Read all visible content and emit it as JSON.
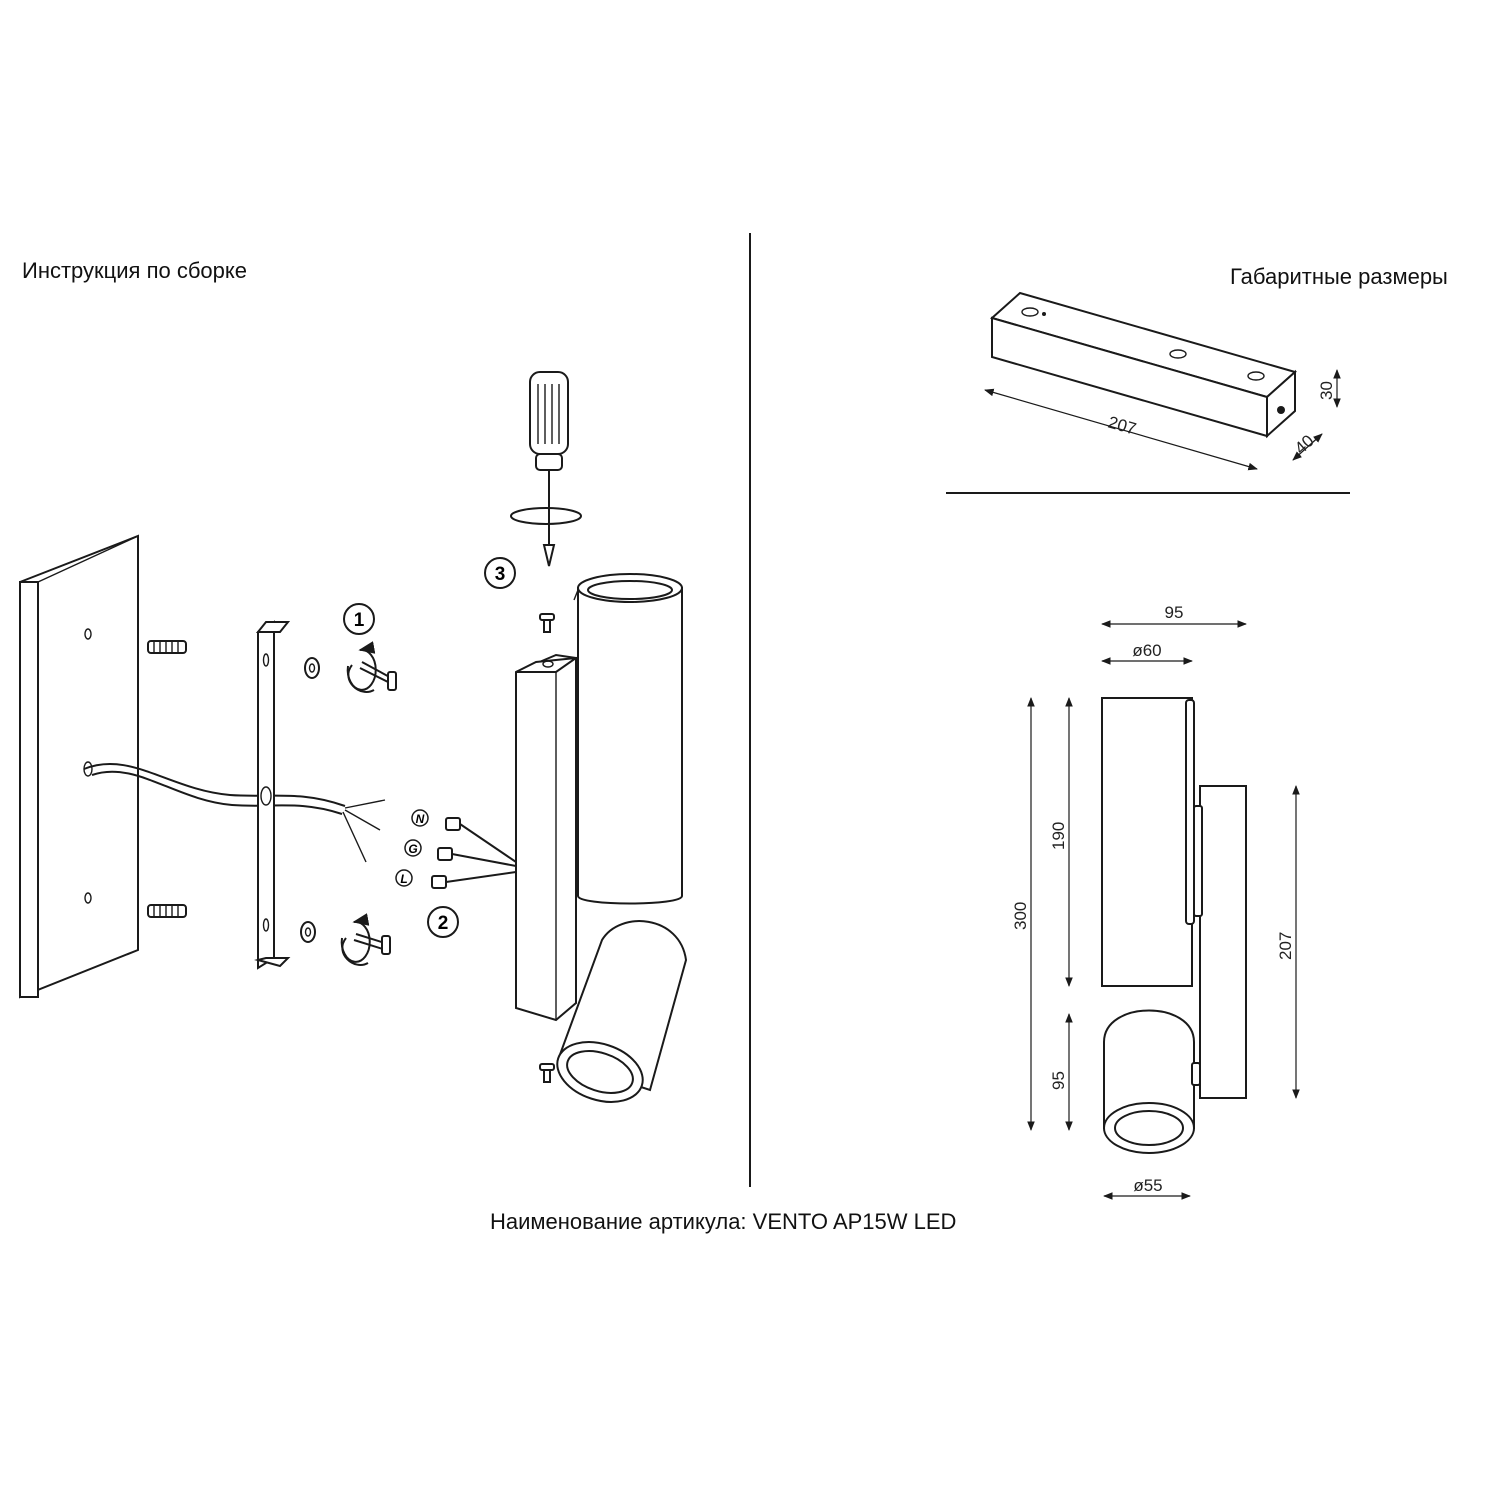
{
  "headings": {
    "assembly": "Инструкция по сборке",
    "dimensions": "Габаритные размеры"
  },
  "caption": "Наименование артикула: VENTO AP15W LED",
  "steps": [
    "1",
    "2",
    "3"
  ],
  "wire_labels": [
    "N",
    "G",
    "L"
  ],
  "dimensions": {
    "base_length": "207",
    "base_width": "40",
    "base_height": "30",
    "total_width": "95",
    "upper_diameter": "ø60",
    "total_height": "300",
    "upper_height": "190",
    "lower_height": "95",
    "base_plate_height": "207",
    "lower_diameter": "ø55"
  }
}
